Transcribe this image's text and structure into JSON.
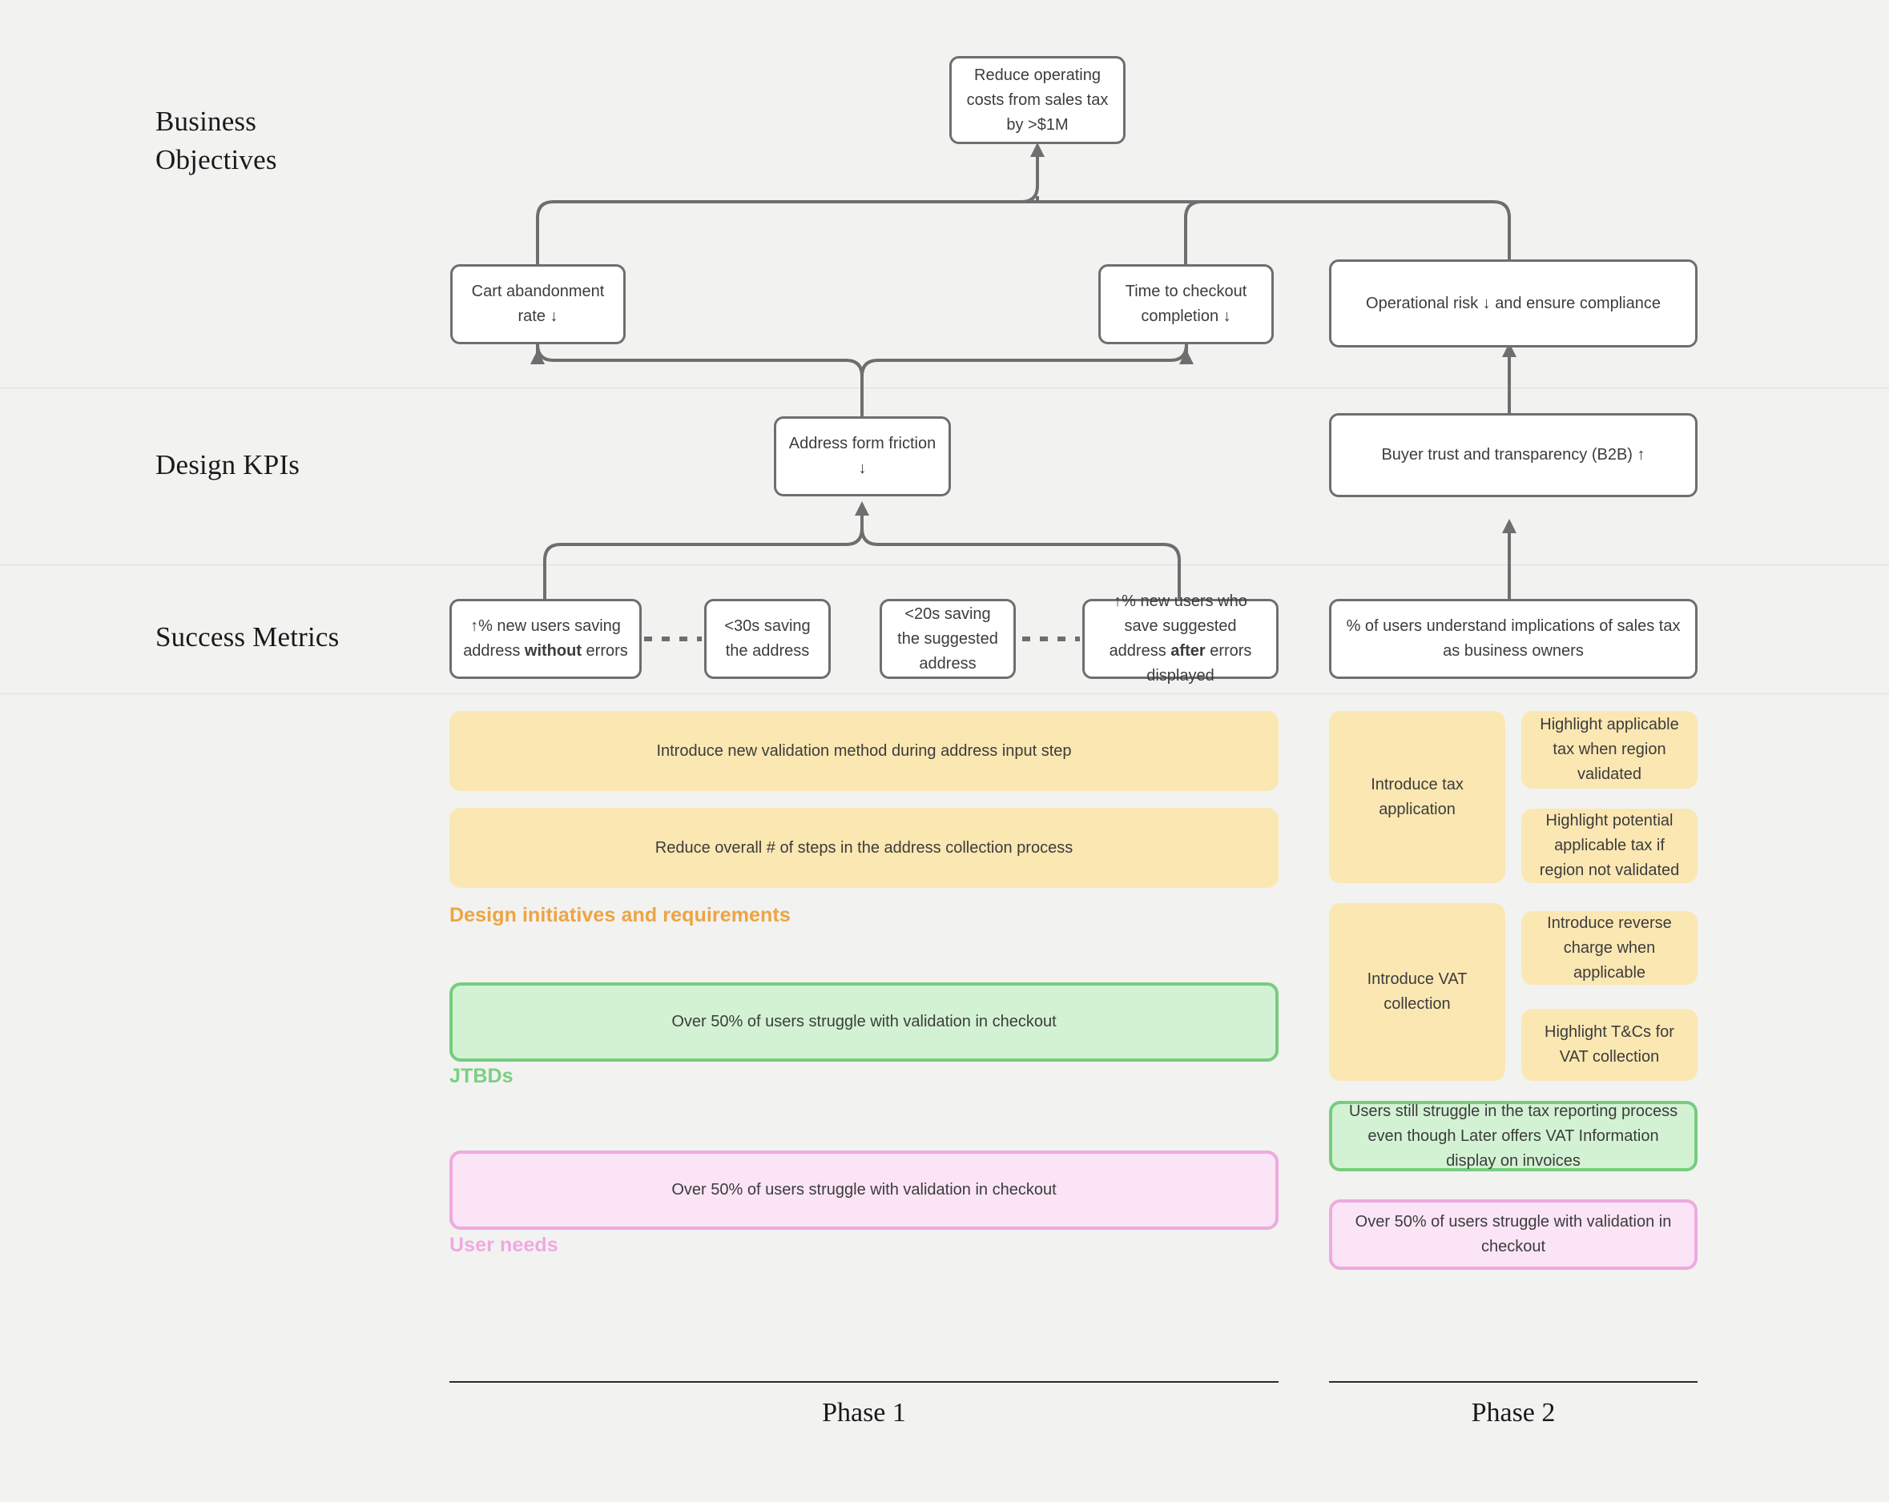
{
  "sections": [
    {
      "label": "Business\nObjectives"
    },
    {
      "label": "Design KPIs"
    },
    {
      "label": "Success Metrics"
    }
  ],
  "business_objectives": [
    {
      "text": "Reduce operating costs from sales tax by >$1M"
    }
  ],
  "outcome_metrics": [
    {
      "text": "Cart abandonment rate ↓"
    },
    {
      "text": "Time to checkout completion ↓"
    },
    {
      "text": "Operational risk ↓ and ensure compliance"
    }
  ],
  "design_kpis": [
    {
      "text": "Address form friction ↓"
    },
    {
      "text": "Buyer trust and transparency (B2B) ↑"
    }
  ],
  "success_metrics": [
    {
      "text_before": "↑% new users saving address ",
      "bold": "without",
      "text_after": " errors"
    },
    {
      "text_before": "<30s saving the address",
      "bold": "",
      "text_after": ""
    },
    {
      "text_before": "<20s saving the suggested address",
      "bold": "",
      "text_after": ""
    },
    {
      "text_before": "↑% new users who save suggested address ",
      "bold": "after",
      "text_after": " errors displayed"
    },
    {
      "text_before": "% of users understand implications of sales tax as business owners",
      "bold": "",
      "text_after": ""
    }
  ],
  "categories": [
    {
      "key": "initiatives",
      "label": "Design initiatives and requirements",
      "color": "#eea442"
    },
    {
      "key": "jtbds",
      "label": "JTBDs",
      "color": "#7bcf82"
    },
    {
      "key": "needs",
      "label": "User needs",
      "color": "#f0a9e0"
    }
  ],
  "phase1": {
    "name": "Phase 1",
    "initiatives": [
      {
        "text": "Introduce new validation method during address input step"
      },
      {
        "text": "Reduce overall # of steps in the address collection process"
      }
    ],
    "jtbds": [
      {
        "text": "Over 50% of users struggle with validation in checkout"
      }
    ],
    "needs": [
      {
        "text": "Over 50% of users struggle with validation in checkout"
      }
    ]
  },
  "phase2": {
    "name": "Phase 2",
    "initiative_groups": [
      {
        "parent": "Introduce tax application",
        "children": [
          "Highlight applicable tax when region validated",
          "Highlight potential applicable tax if region not validated"
        ]
      },
      {
        "parent": "Introduce VAT collection",
        "children": [
          "Introduce reverse charge when applicable",
          "Highlight T&Cs for VAT collection"
        ]
      }
    ],
    "jtbds": [
      {
        "text": "Users still struggle in the tax reporting process even though Later offers VAT Information display on invoices"
      }
    ],
    "needs": [
      {
        "text": "Over 50% of users struggle with validation in checkout"
      }
    ]
  },
  "colors": {
    "background": "#f2f2f1",
    "node_border": "#6e6e6e",
    "orange_border": "#eca442",
    "orange_fill": "#fbe7b2",
    "green_border": "#76cd7e",
    "green_fill": "#d3f2d4",
    "pink_border": "#eeaade",
    "pink_fill": "#fbe4f5"
  }
}
